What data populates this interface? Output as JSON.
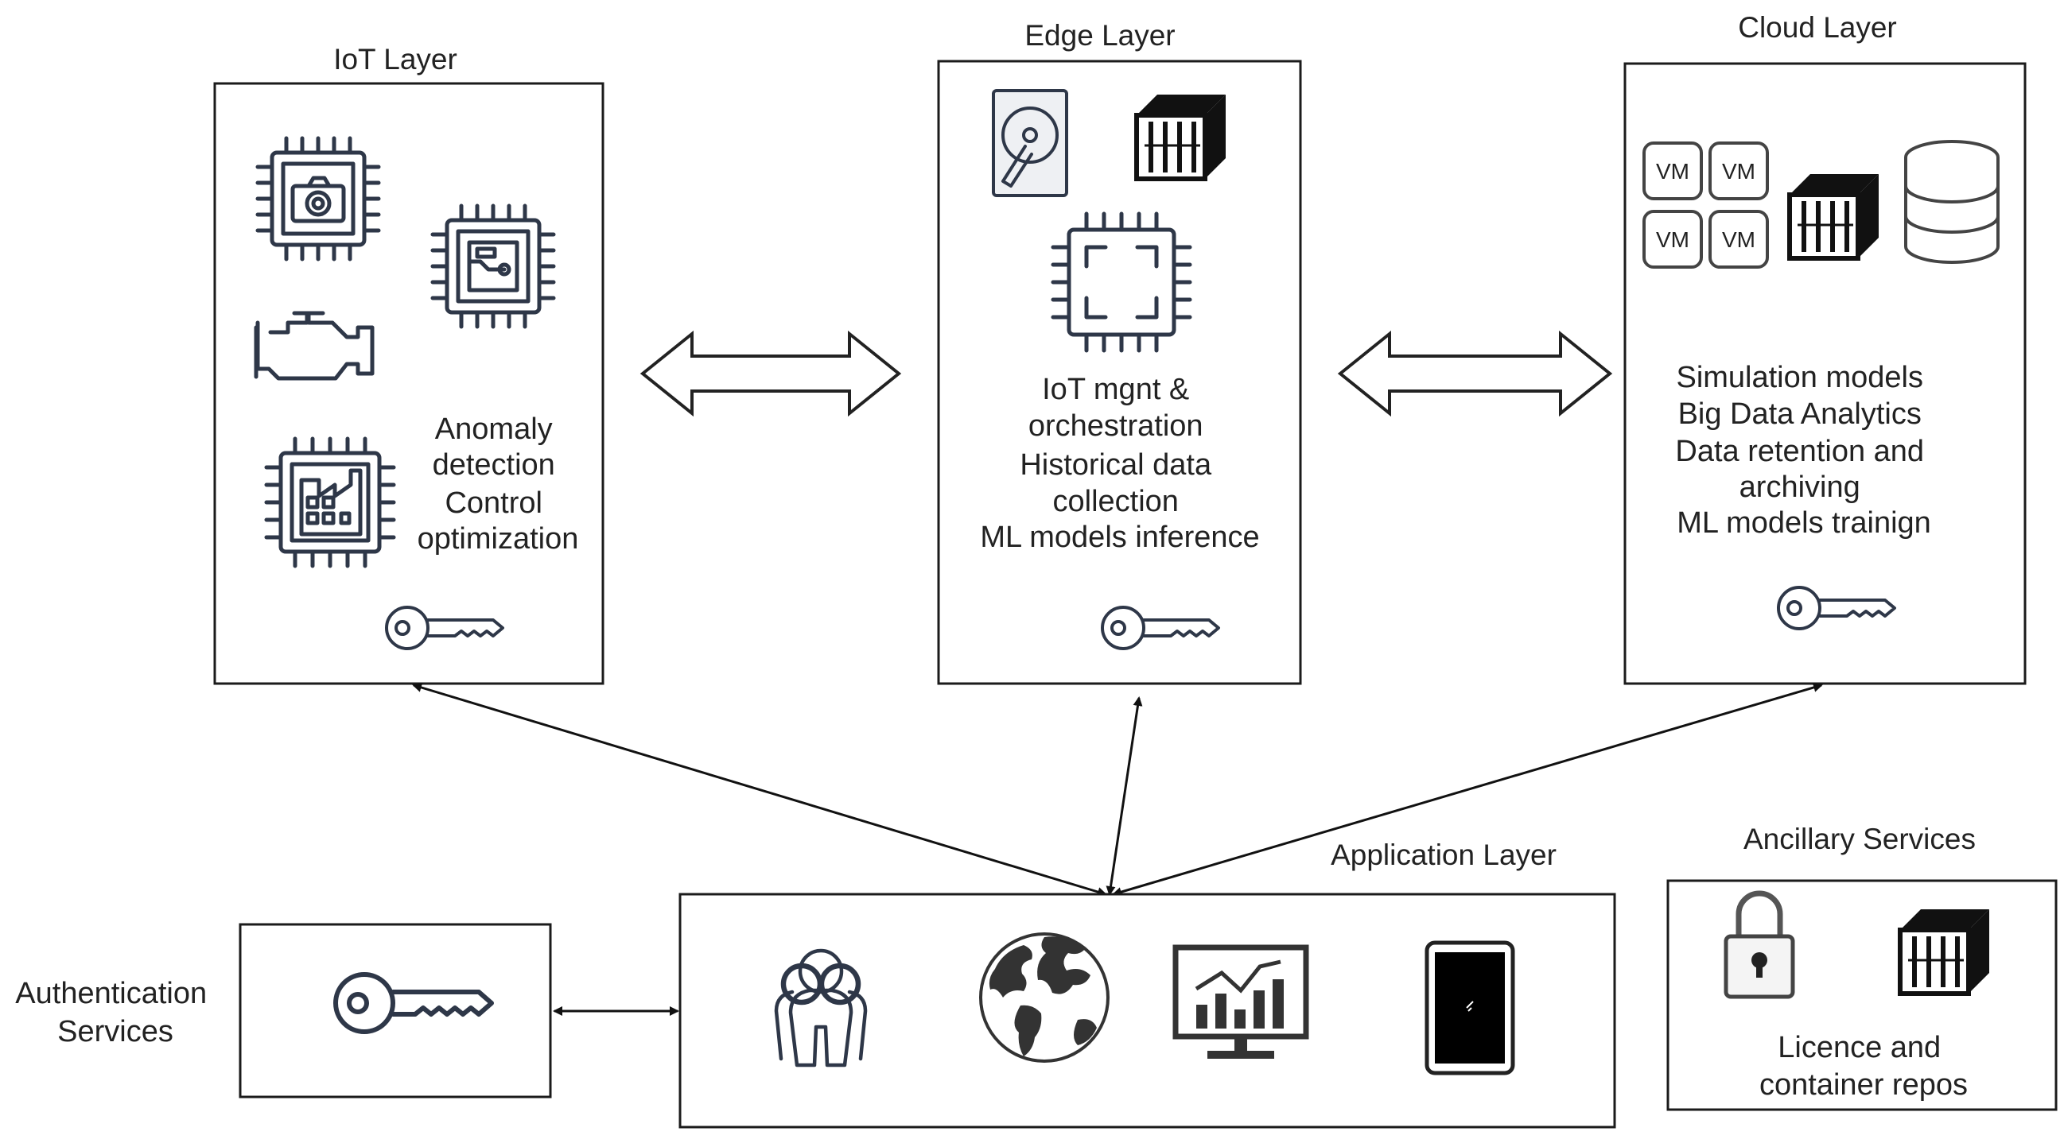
{
  "iot": {
    "title": "IoT Layer",
    "lines": [
      "Anomaly",
      "detection",
      "Control",
      "optimization"
    ]
  },
  "edge": {
    "title": "Edge Layer",
    "lines": [
      "IoT mgnt &",
      "orchestration",
      "Historical data",
      "collection",
      "ML models inference"
    ]
  },
  "cloud": {
    "title": "Cloud Layer",
    "vm_label": "VM",
    "lines": [
      "Simulation models",
      "Big Data Analytics",
      "Data retention and",
      "archiving",
      "ML models trainign"
    ]
  },
  "application": {
    "title": "Application Layer"
  },
  "auth": {
    "lines": [
      "Authentication",
      "Services"
    ]
  },
  "ancillary": {
    "title": "Ancillary Services",
    "lines": [
      "Licence and",
      "container repos"
    ]
  },
  "colors": {
    "icon": "#2e3748",
    "border": "#1b1b1b"
  }
}
